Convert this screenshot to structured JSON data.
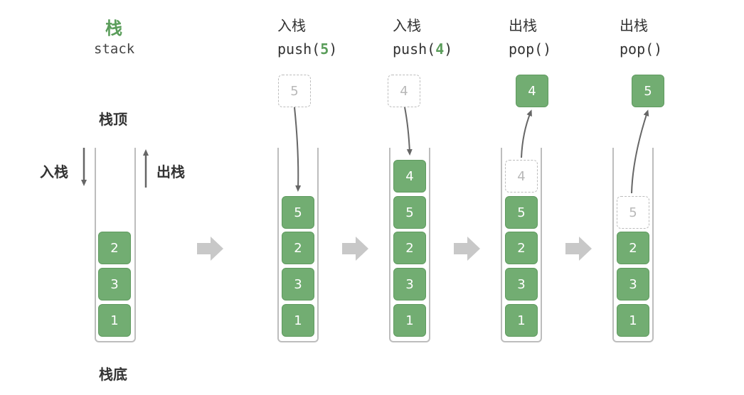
{
  "left_panel": {
    "title": "栈",
    "subtitle": "stack",
    "top_label": "栈顶",
    "bottom_label": "栈底",
    "push_label": "入栈",
    "pop_label": "出栈",
    "items": [
      "2",
      "3",
      "1"
    ]
  },
  "steps": [
    {
      "op_label": "入栈",
      "fn_prefix": "push(",
      "fn_arg": "5",
      "fn_suffix": ")",
      "floating": "5",
      "stack": [
        "5",
        "2",
        "3",
        "1"
      ]
    },
    {
      "op_label": "入栈",
      "fn_prefix": "push(",
      "fn_arg": "4",
      "fn_suffix": ")",
      "floating": "4",
      "stack": [
        "4",
        "5",
        "2",
        "3",
        "1"
      ]
    },
    {
      "op_label": "出栈",
      "fn_prefix": "pop(",
      "fn_arg": "",
      "fn_suffix": ")",
      "floating": "4",
      "ghost": "4",
      "stack": [
        "5",
        "2",
        "3",
        "1"
      ]
    },
    {
      "op_label": "出栈",
      "fn_prefix": "pop(",
      "fn_arg": "",
      "fn_suffix": ")",
      "floating": "5",
      "ghost": "5",
      "stack": [
        "2",
        "3",
        "1"
      ]
    }
  ],
  "colors": {
    "accent": "#5a9d5a",
    "box_fill": "#72ad72",
    "ghost_border": "#bcbcbc",
    "flow_arrow": "#c8c8c8"
  }
}
